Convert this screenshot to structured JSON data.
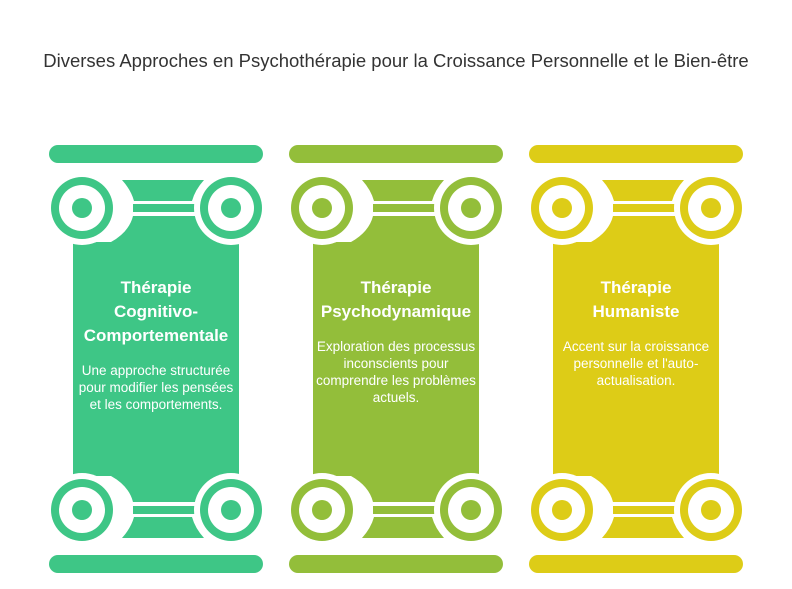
{
  "title": "Diverses Approches en Psychothérapie pour la Croissance Personnelle et le Bien-être",
  "pillars": [
    {
      "heading": "Thérapie Cognitivo-Comportementale",
      "heading_lines": [
        "Thérapie",
        "Cognitivo-",
        "Comportementale"
      ],
      "description": "Une approche structurée pour modifier les pensées et les comportements.",
      "color": "#3EC686"
    },
    {
      "heading": "Thérapie Psychodynamique",
      "heading_lines": [
        "Thérapie",
        "Psychodynamique"
      ],
      "description": "Exploration des processus inconscients pour comprendre les problèmes actuels.",
      "color": "#93BE3A"
    },
    {
      "heading": "Thérapie Humaniste",
      "heading_lines": [
        "Thérapie",
        "Humaniste"
      ],
      "description": "Accent sur la croissance personnelle et l'auto-actualisation.",
      "color": "#DDCC17"
    }
  ]
}
